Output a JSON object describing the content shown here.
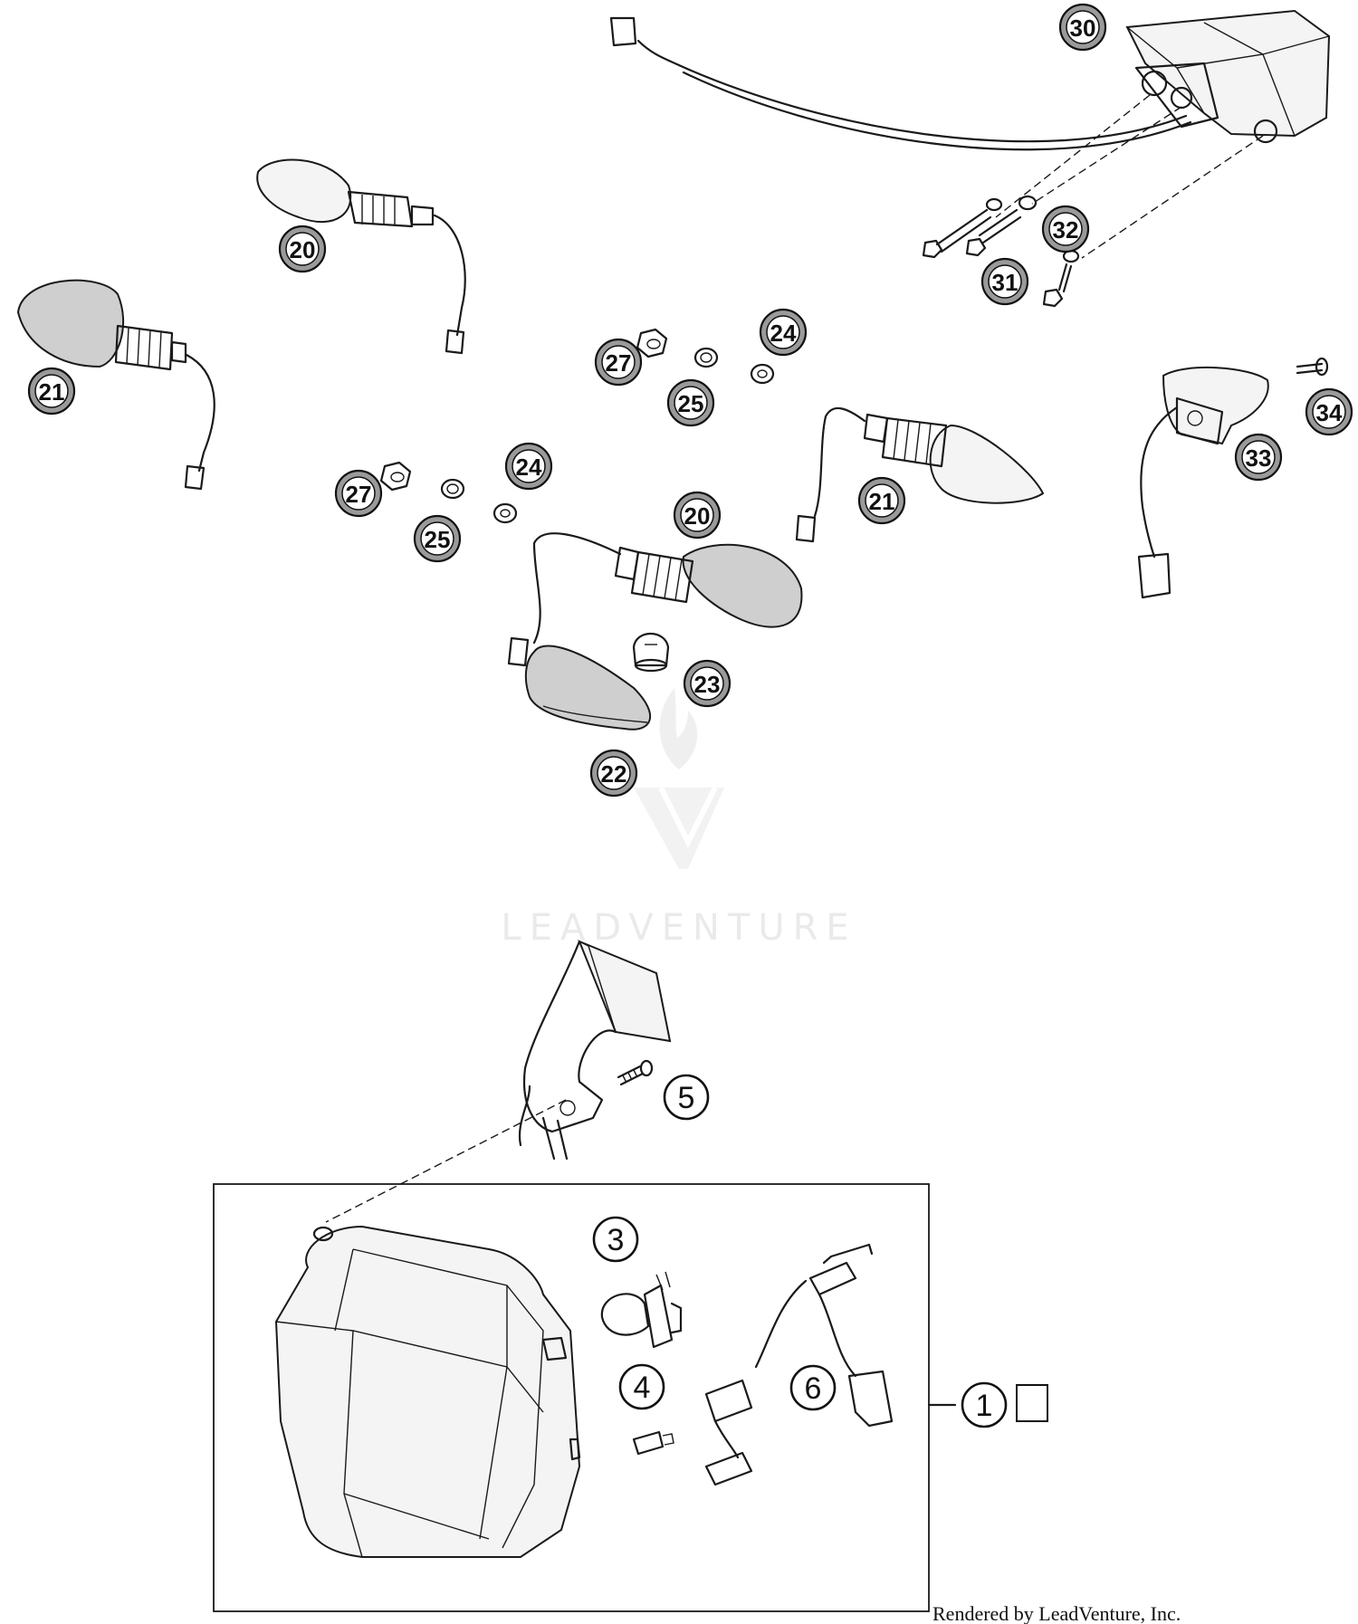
{
  "diagram": {
    "credit": "Rendered by LeadVenture, Inc.",
    "watermark": "LEADVENTURE",
    "callouts": [
      {
        "id": "c30a",
        "label": "30",
        "style": "grey"
      },
      {
        "id": "c32",
        "label": "32",
        "style": "grey"
      },
      {
        "id": "c31",
        "label": "31",
        "style": "grey"
      },
      {
        "id": "c20a",
        "label": "20",
        "style": "grey"
      },
      {
        "id": "c21a",
        "label": "21",
        "style": "grey"
      },
      {
        "id": "c24a",
        "label": "24",
        "style": "grey"
      },
      {
        "id": "c27a",
        "label": "27",
        "style": "grey"
      },
      {
        "id": "c25a",
        "label": "25",
        "style": "grey"
      },
      {
        "id": "c34",
        "label": "34",
        "style": "grey"
      },
      {
        "id": "c33",
        "label": "33",
        "style": "grey"
      },
      {
        "id": "c24b",
        "label": "24",
        "style": "grey"
      },
      {
        "id": "c27b",
        "label": "27",
        "style": "grey"
      },
      {
        "id": "c25b",
        "label": "25",
        "style": "grey"
      },
      {
        "id": "c20b",
        "label": "20",
        "style": "grey"
      },
      {
        "id": "c21b",
        "label": "21",
        "style": "grey"
      },
      {
        "id": "c23",
        "label": "23",
        "style": "grey"
      },
      {
        "id": "c22",
        "label": "22",
        "style": "grey"
      },
      {
        "id": "c5",
        "label": "5",
        "style": "plain"
      },
      {
        "id": "c3",
        "label": "3",
        "style": "plain"
      },
      {
        "id": "c4",
        "label": "4",
        "style": "plain"
      },
      {
        "id": "c6",
        "label": "6",
        "style": "plain"
      },
      {
        "id": "c1",
        "label": "1",
        "style": "plain"
      }
    ]
  }
}
